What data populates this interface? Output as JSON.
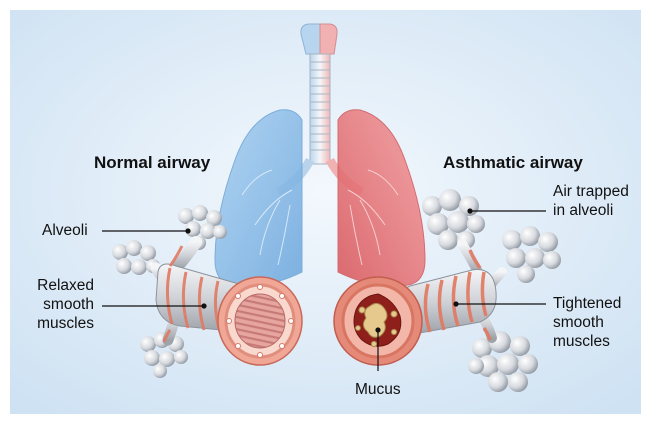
{
  "headers": {
    "normal": "Normal airway",
    "asthmatic": "Asthmatic airway"
  },
  "left_labels": {
    "alveoli": "Alveoli",
    "relaxed": [
      "Relaxed",
      "smooth",
      "muscles"
    ]
  },
  "right_labels": {
    "air_trapped": [
      "Air trapped",
      "in alveoli"
    ],
    "tightened": [
      "Tightened",
      "smooth",
      "muscles"
    ],
    "mucus": "Mucus"
  },
  "colors": {
    "background": "#dce9f6",
    "normal_lung": "#7fb6e6",
    "asthmatic_lung": "#e46a6e",
    "airway_gray": "#d4d6da",
    "muscle_band": "#e07a62",
    "mucus": "#e6c98d"
  }
}
